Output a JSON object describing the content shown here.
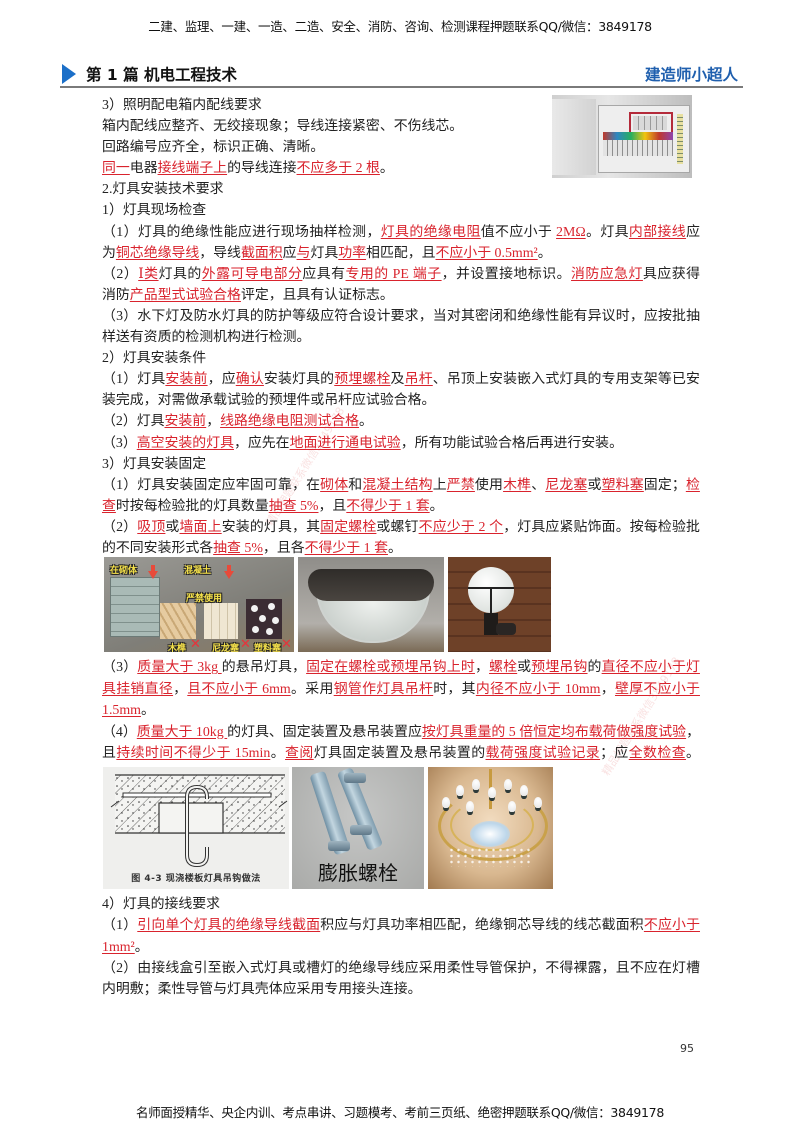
{
  "header": {
    "top_banner": "二建、监理、一建、一造、二造、安全、消防、咨询、检测课程押题联系QQ/微信：3849178",
    "chapter_title": "第 1 篇  机电工程技术",
    "brand": "建造师小超人",
    "accent_color": "#1b6fc8",
    "brand_color": "#1f5fae"
  },
  "highlight_color": "#d9232d",
  "content": {
    "section_a": {
      "lines": [
        {
          "seg": [
            "3）照明配电箱内配线要求"
          ]
        },
        {
          "seg": [
            "箱内配线应整齐、无绞接现象；导线连接紧密、不伤线芯。"
          ]
        },
        {
          "seg": [
            "回路编号应齐全，标识正确、清晰。"
          ]
        },
        {
          "seg": [
            {
              "hl": "同一"
            },
            "电器",
            {
              "hl": "接线端子上"
            },
            "的导线连接",
            {
              "hl": "不应多于 2 根"
            },
            "。"
          ]
        },
        {
          "seg": [
            "2.灯具安装技术要求"
          ]
        },
        {
          "seg": [
            "1）灯具现场检查"
          ]
        },
        {
          "full": true,
          "seg": [
            "（1）灯具的绝缘性能应进行现场抽样检测，",
            {
              "hl": "灯具的绝缘电阻"
            },
            "值不应小于 ",
            {
              "hl": "2MΩ"
            },
            "。灯具",
            {
              "hl": "内部接线"
            },
            "应"
          ]
        },
        {
          "seg": [
            "为",
            {
              "hl": "铜芯绝缘导线"
            },
            "，导线",
            {
              "hl": "截面积"
            },
            "应",
            {
              "hl": "与"
            },
            "灯具",
            {
              "hl": "功率"
            },
            "相匹配，且",
            {
              "hl": "不应小于 0.5mm²"
            },
            "。"
          ]
        },
        {
          "full": true,
          "seg": [
            "（2）",
            {
              "hl": "Ⅰ类"
            },
            "灯具的",
            {
              "hl": "外露可导电部分"
            },
            "应具有",
            {
              "hl": "专用的 PE 端子"
            },
            "，并设置接地标识。",
            {
              "hl": "消防应急灯"
            },
            "具应获得"
          ]
        },
        {
          "seg": [
            "消防",
            {
              "hl": "产品型式试验合格"
            },
            "评定，且具有认证标志。"
          ]
        },
        {
          "full": true,
          "seg": [
            "（3）水下灯及防水灯具的防护等级应符合设计要求，当对其密闭和绝缘性能有异议时，应按批抽"
          ]
        },
        {
          "seg": [
            "样送有资质的检测机构进行检测。"
          ]
        },
        {
          "seg": [
            "2）灯具安装条件"
          ]
        },
        {
          "full": true,
          "seg": [
            "（1）灯具",
            {
              "hl": "安装前"
            },
            "，应",
            {
              "hl": "确认"
            },
            "安装灯具的",
            {
              "hl": "预埋螺栓"
            },
            "及",
            {
              "hl": "吊杆"
            },
            "、吊顶上安装嵌入式灯具的专用支架等已安"
          ]
        },
        {
          "seg": [
            "装完成，对需做承载试验的预埋件或吊杆应试验合格。"
          ]
        },
        {
          "seg": [
            "（2）灯具",
            {
              "hl": "安装前"
            },
            "，",
            {
              "hl": "线路绝缘电阻测试合格"
            },
            "。"
          ]
        },
        {
          "seg": [
            "（3）",
            {
              "hl": "高空安装的灯具"
            },
            "，应先在",
            {
              "hl": "地面进行通电试验"
            },
            "，所有功能试验合格后再进行安装。"
          ]
        },
        {
          "seg": [
            "3）灯具安装固定"
          ]
        },
        {
          "full": true,
          "seg": [
            "（1）灯具安装固定应牢固可靠，在",
            {
              "hl": "砌体"
            },
            "和",
            {
              "hl": "混凝土结构"
            },
            "上",
            {
              "hl": "严禁"
            },
            "使用",
            {
              "hl": "木榫"
            },
            "、",
            {
              "hl": "尼龙塞"
            },
            "或",
            {
              "hl": "塑料塞"
            },
            "固定；",
            {
              "hl": "检"
            }
          ]
        },
        {
          "seg": [
            {
              "hl": "查"
            },
            "时按每检验批的灯具数量",
            {
              "hl": "抽查 5%"
            },
            "，且",
            {
              "hl": "不得少于 1 套"
            },
            "。"
          ]
        },
        {
          "full": true,
          "seg": [
            "（2）",
            {
              "hl": "吸顶"
            },
            "或",
            {
              "hl": "墙面上"
            },
            "安装的灯具，其",
            {
              "hl": "固定螺栓"
            },
            "或螺钉",
            {
              "hl": "不应少于 2 个"
            },
            "，灯具应紧贴饰面。按每检验批"
          ]
        },
        {
          "seg": [
            "的不同安装形式各",
            {
              "hl": "抽查 5%"
            },
            "，且各",
            {
              "hl": "不得少于 1 套"
            },
            "。"
          ]
        }
      ]
    },
    "section_b": {
      "lines": [
        {
          "full": true,
          "seg": [
            "（3）",
            {
              "hl": "质量大于 3kg "
            },
            "的悬吊灯具，",
            {
              "hl": "固定在螺栓或预埋吊钩上时"
            },
            "，",
            {
              "hl": "螺栓"
            },
            "或",
            {
              "hl": "预埋吊钩"
            },
            "的",
            {
              "hl": "直径不应小于灯"
            }
          ]
        },
        {
          "full": true,
          "seg": [
            {
              "hl": "具挂销直径"
            },
            "，",
            {
              "hl": "且不应小于 6mm"
            },
            "。采用",
            {
              "hl": "钢管作灯具吊杆"
            },
            "时，其",
            {
              "hl": "内径不应小于 10mm"
            },
            "，",
            {
              "hl": "壁厚不应小于"
            }
          ]
        },
        {
          "seg": [
            {
              "hl": "1.5mm"
            },
            "。"
          ]
        },
        {
          "full": true,
          "seg": [
            "（4）",
            {
              "hl": "质量大于 10kg "
            },
            "的灯具、固定装置及悬吊装置应",
            {
              "hl": "按灯具重量的 5 倍恒定均布载荷做强度试验"
            },
            "，"
          ]
        },
        {
          "full": true,
          "seg": [
            "且",
            {
              "hl": "持续时间不得少于 15min"
            },
            "。",
            {
              "hl": "查阅"
            },
            "灯具固定装置及悬吊装置的",
            {
              "hl": "载荷强度试验记录"
            },
            "；应",
            {
              "hl": "全数检查"
            },
            "。"
          ]
        }
      ]
    },
    "section_c": {
      "lines": [
        {
          "seg": [
            "4）灯具的接线要求"
          ]
        },
        {
          "full": true,
          "seg": [
            "（1）",
            {
              "hl": "引向单个灯具的绝缘导线截面"
            },
            "积应与灯具功率相匹配，绝缘铜芯导线的线芯截面积",
            {
              "hl": "不应小于"
            }
          ]
        },
        {
          "seg": [
            {
              "hl": "1mm²"
            },
            "。"
          ]
        },
        {
          "full": true,
          "seg": [
            "（2）由接线盒引至嵌入式灯具或槽灯的绝缘导线应采用柔性导管保护，不得裸露，且不应在灯槽"
          ]
        },
        {
          "seg": [
            "内明敷；柔性导管与灯具壳体应采用专用接头连接。"
          ]
        }
      ]
    }
  },
  "images": {
    "distribution_box": {
      "icon": "distribution-box-photo"
    },
    "forbidden_anchors": {
      "icon": "forbidden-anchors-photo",
      "labels": {
        "masonry": "在砌体",
        "concrete": "混凝土",
        "forbidden": "严禁使用",
        "wood": "木榫",
        "nylon": "尼龙塞",
        "plastic": "塑料塞"
      },
      "cross_glyph": "✕"
    },
    "ceiling_lamp": {
      "icon": "ceiling-lamp-photo"
    },
    "wall_lamp": {
      "icon": "wall-globe-lamp-photo"
    },
    "hook_diagram": {
      "icon": "hook-diagram",
      "caption": "图 4-3   现浇楼板灯具吊钩做法"
    },
    "expansion_bolt": {
      "icon": "expansion-bolt-photo",
      "caption": "膨胀螺栓"
    },
    "chandelier": {
      "icon": "chandelier-photo"
    }
  },
  "watermark": "精品押题联系微信3849178",
  "footer": {
    "page_number": "95",
    "bottom_banner": "名师面授精华、央企内训、考点串讲、习题模考、考前三页纸、绝密押题联系QQ/微信：3849178"
  }
}
